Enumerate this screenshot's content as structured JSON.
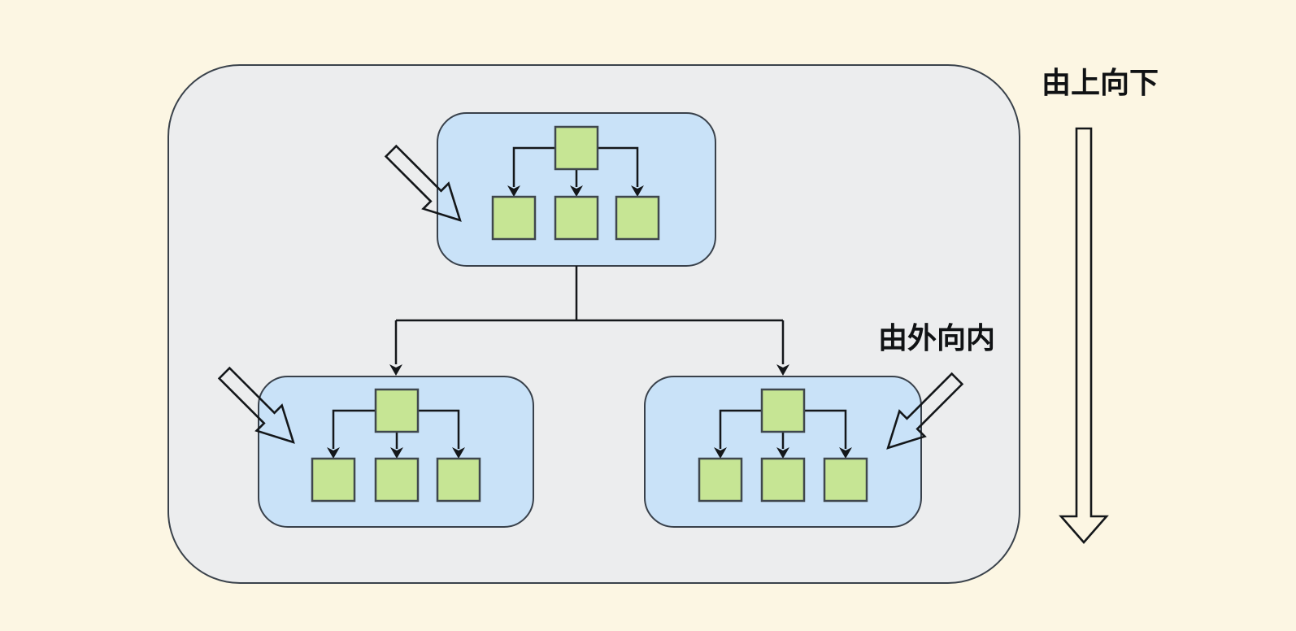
{
  "labels": {
    "top_to_bottom": "由上向下",
    "outside_to_inside": "由外向内"
  },
  "colors": {
    "page-bg": "#FCF6E3",
    "container-fill": "#ECEDEE",
    "container-stroke": "#3A424B",
    "unit-fill": "#C9E2F8",
    "unit-stroke": "#39414B",
    "node-fill": "#C6E594",
    "node-stroke": "#3F474D",
    "line": "#14171A",
    "text": "#101214"
  },
  "icons": {
    "inward_arrow": "hollow-diagonal-arrow-outline",
    "downward_flow_arrow": "hollow-long-vertical-arrow-outline",
    "tree_edge_arrow": "barbed-filled-arrowhead"
  }
}
